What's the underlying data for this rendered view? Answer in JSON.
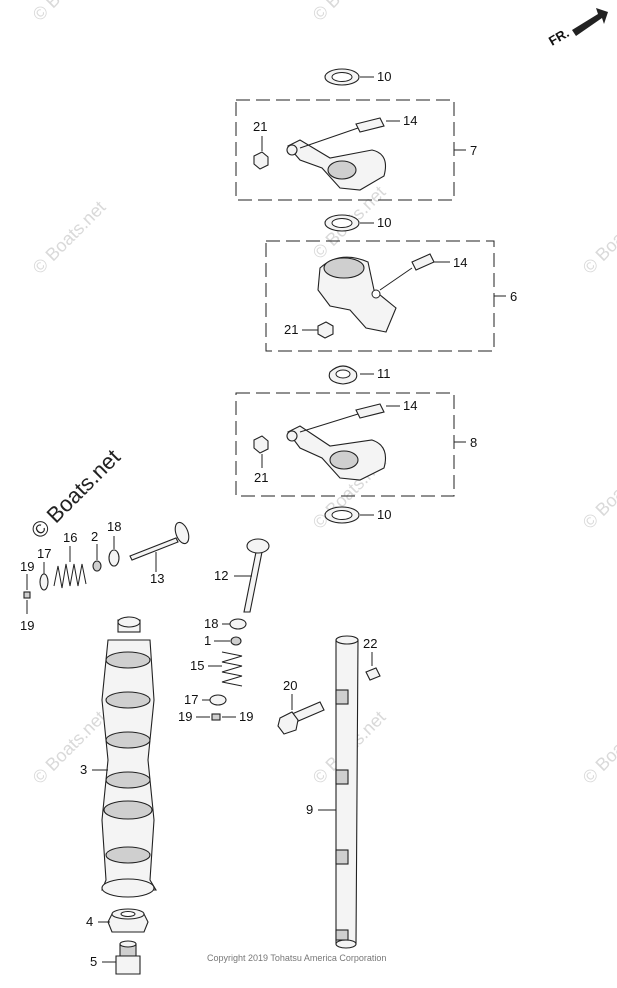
{
  "watermark": {
    "brand": "© Boats.net",
    "copyright": "Copyright 2019 Tohatsu America Corporation"
  },
  "direction_indicator": "FR.",
  "callouts": {
    "p1": "1",
    "p2": "2",
    "p3": "3",
    "p4": "4",
    "p5": "5",
    "p6": "6",
    "p7": "7",
    "p8": "8",
    "p9": "9",
    "p10a": "10",
    "p10b": "10",
    "p10c": "10",
    "p11": "11",
    "p12": "12",
    "p13": "13",
    "p14a": "14",
    "p14b": "14",
    "p14c": "14",
    "p15": "15",
    "p16": "16",
    "p17a": "17",
    "p17b": "17",
    "p18a": "18",
    "p18b": "18",
    "p19a": "19",
    "p19b": "19",
    "p19c": "19",
    "p19d": "19",
    "p20": "20",
    "p21a": "21",
    "p21b": "21",
    "p21c": "21",
    "p22": "22"
  }
}
